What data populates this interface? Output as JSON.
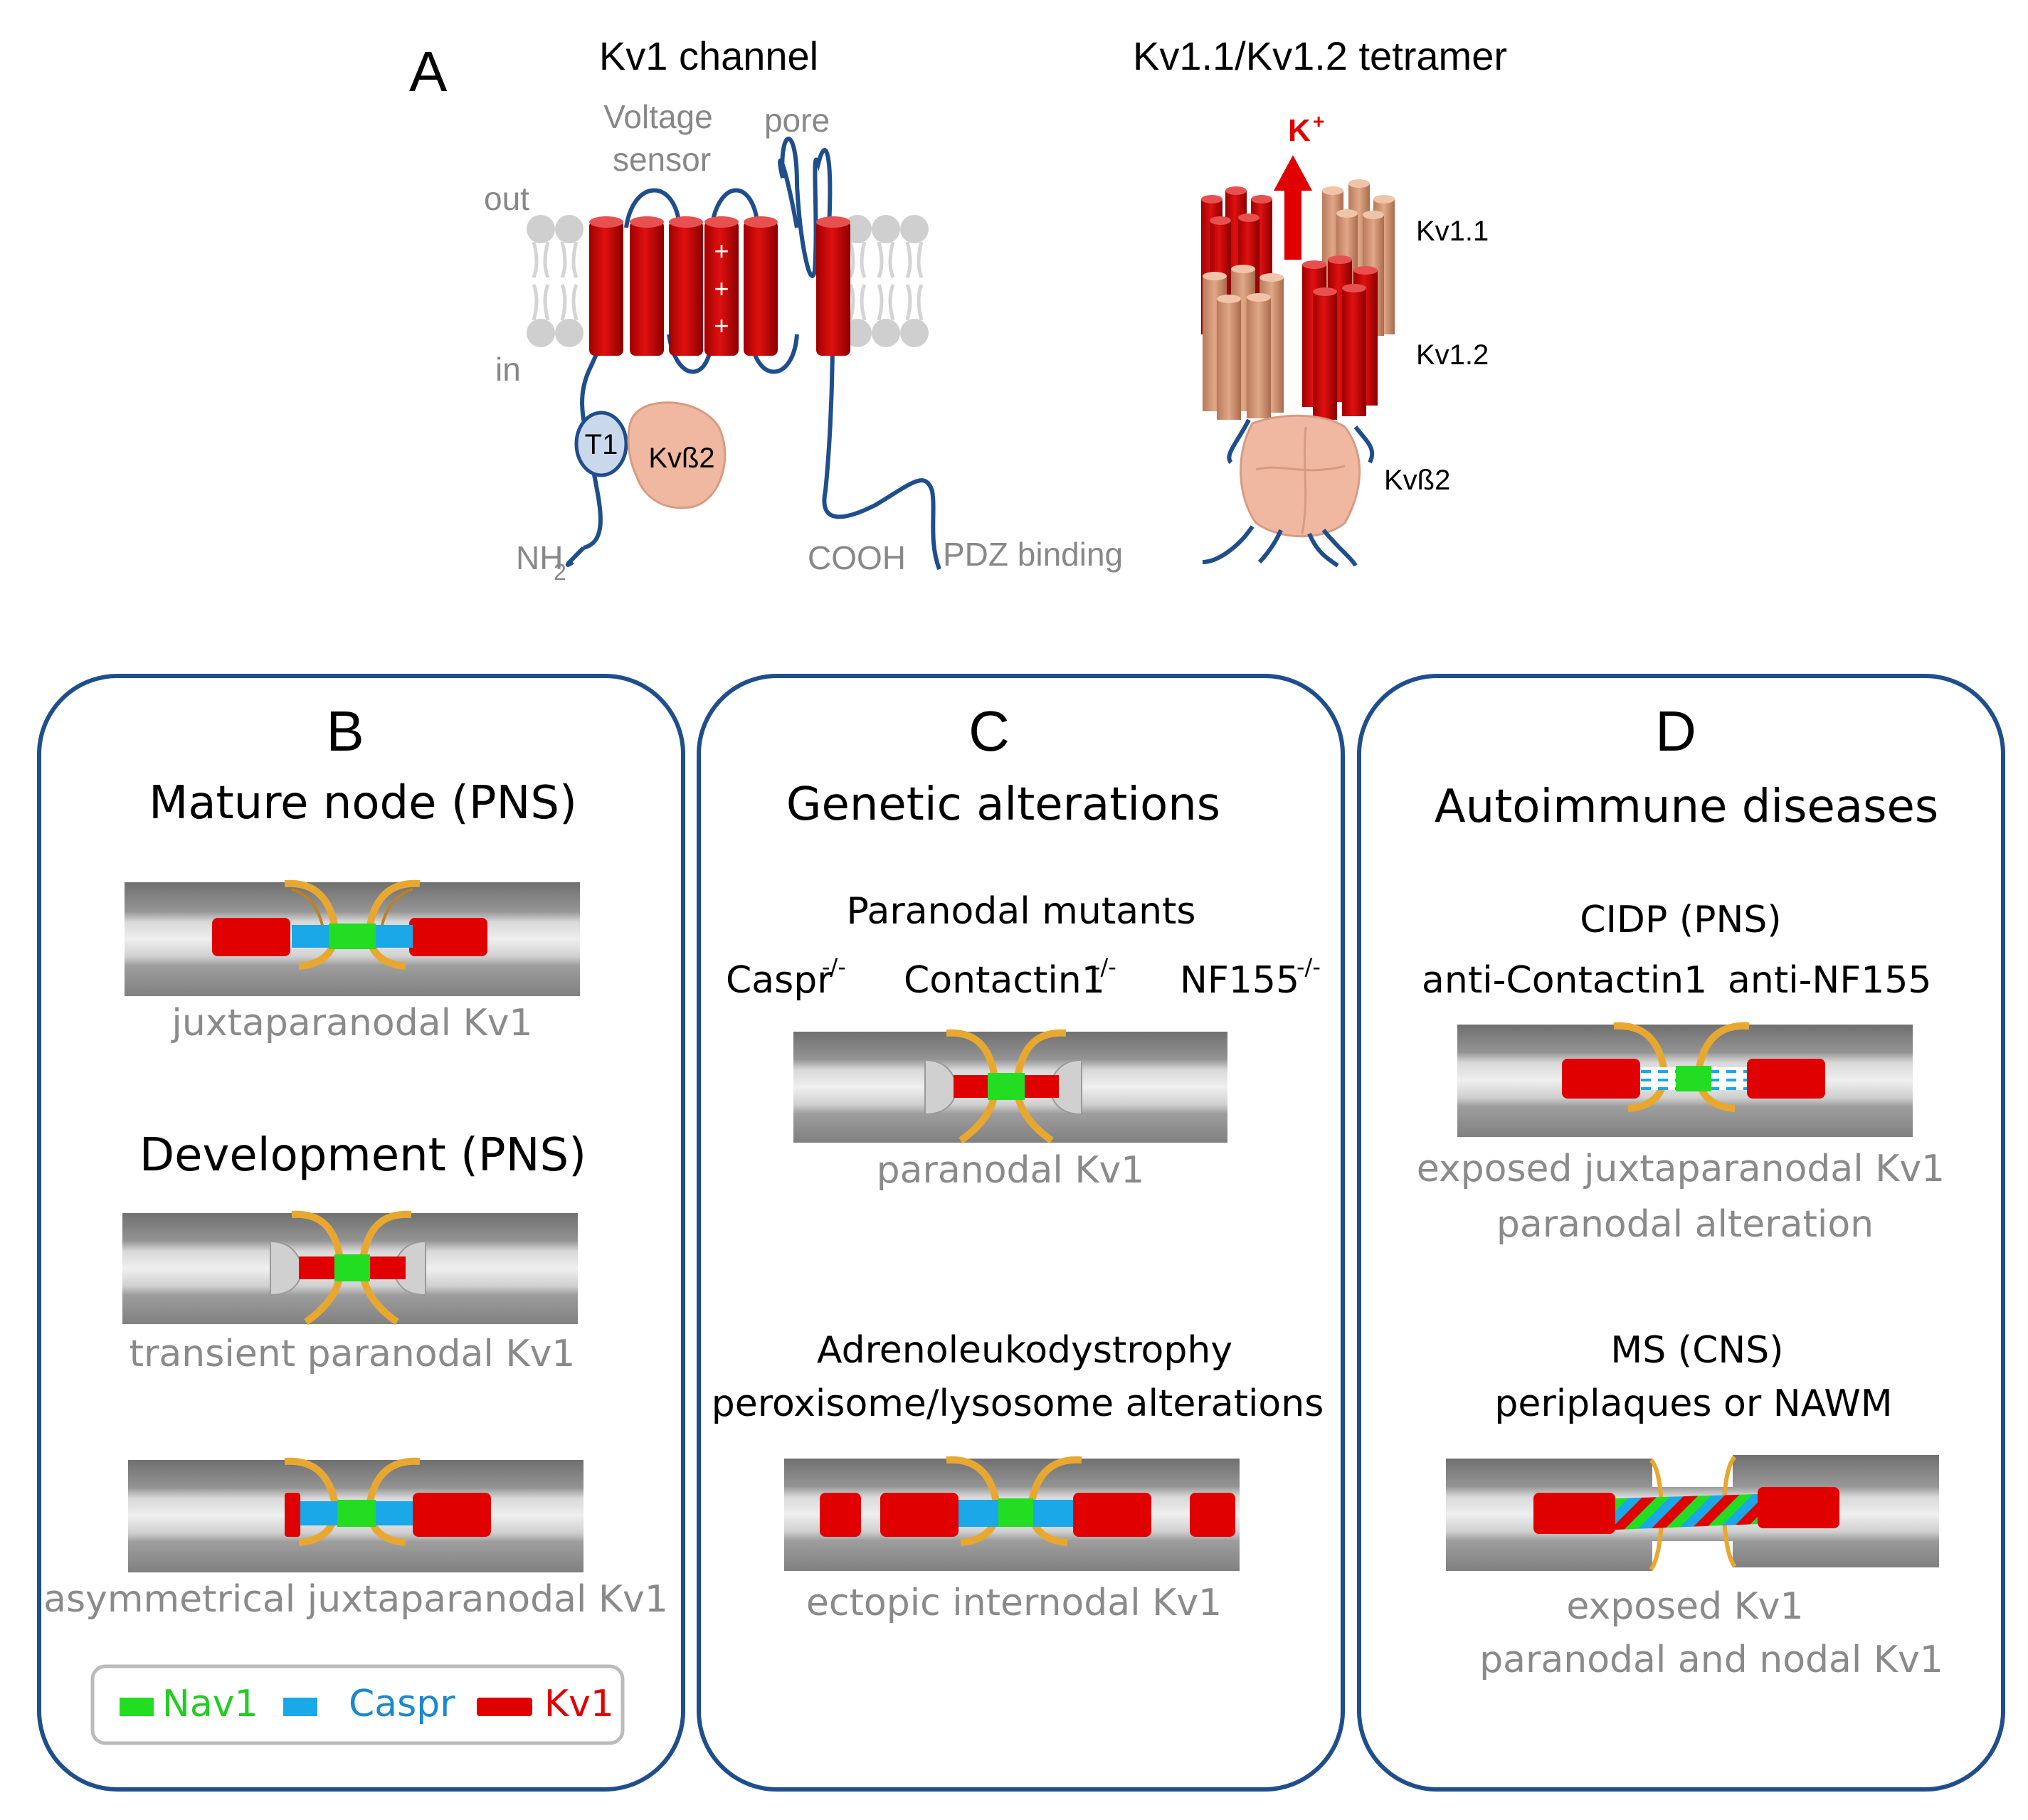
{
  "panelA": {
    "letter": "A",
    "title_left": "Kv1 channel",
    "title_right": "Kv1.1/Kv1.2 tetramer",
    "voltage_sensor_1": "Voltage",
    "voltage_sensor_2": "sensor",
    "pore": "pore",
    "out": "out",
    "in": "in",
    "plus": "+",
    "t1": "T1",
    "kvb2_left": "Kvß2",
    "nh2": "NH",
    "nh2_sub": "2",
    "cooh": "COOH",
    "pdz": "PDZ binding",
    "kplus": "K",
    "kplus_sup": "+",
    "kv11": "Kv1.1",
    "kv12": "Kv1.2",
    "kvb2_right": "Kvß2"
  },
  "panelB": {
    "letter": "B",
    "title": "Mature node (PNS)",
    "cap1": "juxtaparanodal Kv1",
    "subtitle2": "Development (PNS)",
    "cap2": "transient paranodal Kv1",
    "cap3": "asymmetrical juxtaparanodal Kv1"
  },
  "legend": {
    "nav1": "Nav1",
    "caspr": "Caspr",
    "kv1": "Kv1"
  },
  "panelC": {
    "letter": "C",
    "title": "Genetic alterations",
    "sub1": "Paranodal mutants",
    "m1": "Caspr",
    "m1_sup": "-/-",
    "m2": "Contactin1",
    "m2_sup": "-/-",
    "m3": "NF155",
    "m3_sup": "-/-",
    "cap1": "paranodal Kv1",
    "sub2a": "Adrenoleukodystrophy",
    "sub2b": "peroxisome/lysosome alterations",
    "cap2": "ectopic internodal Kv1"
  },
  "panelD": {
    "letter": "D",
    "title": "Autoimmune diseases",
    "sub1": "CIDP (PNS)",
    "ab1": "anti-Contactin1",
    "ab2": "anti-NF155",
    "cap1a": "exposed juxtaparanodal Kv1",
    "cap1b": "paranodal alteration",
    "sub2a": "MS (CNS)",
    "sub2b": "periplaques or NAWM",
    "cap2a": "exposed Kv1",
    "cap2b": "paranodal and nodal Kv1"
  },
  "colors": {
    "kv1": "#e00000",
    "nav1": "#22dd22",
    "caspr": "#1aa8e8",
    "myelin": "#e8a830",
    "frame": "#1f4e8c",
    "protein_line": "#1f4e8c",
    "kvb2": "#f0b8a0",
    "caption_gray": "#8a8a8a"
  }
}
